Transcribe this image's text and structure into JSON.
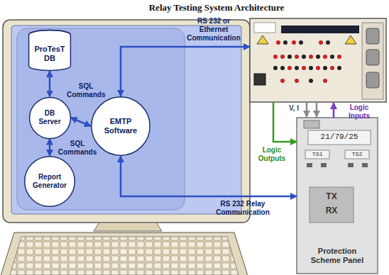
{
  "diagram": {
    "title": "Relay Testing System Architecture",
    "nodes": [
      {
        "text": [
          "ProTesT DB"
        ]
      },
      {
        "text": [
          "DB Server"
        ]
      },
      {
        "text": [
          "EMTP Software"
        ]
      },
      {
        "text": [
          "Report Generator"
        ]
      },
      {
        "text": [
          "Protection Scheme Panel"
        ]
      }
    ],
    "edges": [
      {
        "from": 0,
        "to": 1,
        "arrow": "both"
      },
      {
        "from": 1,
        "to": 2,
        "label": "SQL Commands",
        "arrow": "both"
      },
      {
        "from": 1,
        "to": 3,
        "label": "SQL Commands",
        "arrow": "both"
      },
      {
        "from": 2,
        "to": 4,
        "label": "RS 232 Relay Communication",
        "arrow": "both"
      }
    ],
    "labels": [
      "RS 232 or Ethernet Communication",
      "V, I",
      "Logic Outputs",
      "Logic Inputs",
      "21/79/25",
      "TS1",
      "TS2",
      "TX",
      "RX"
    ]
  }
}
